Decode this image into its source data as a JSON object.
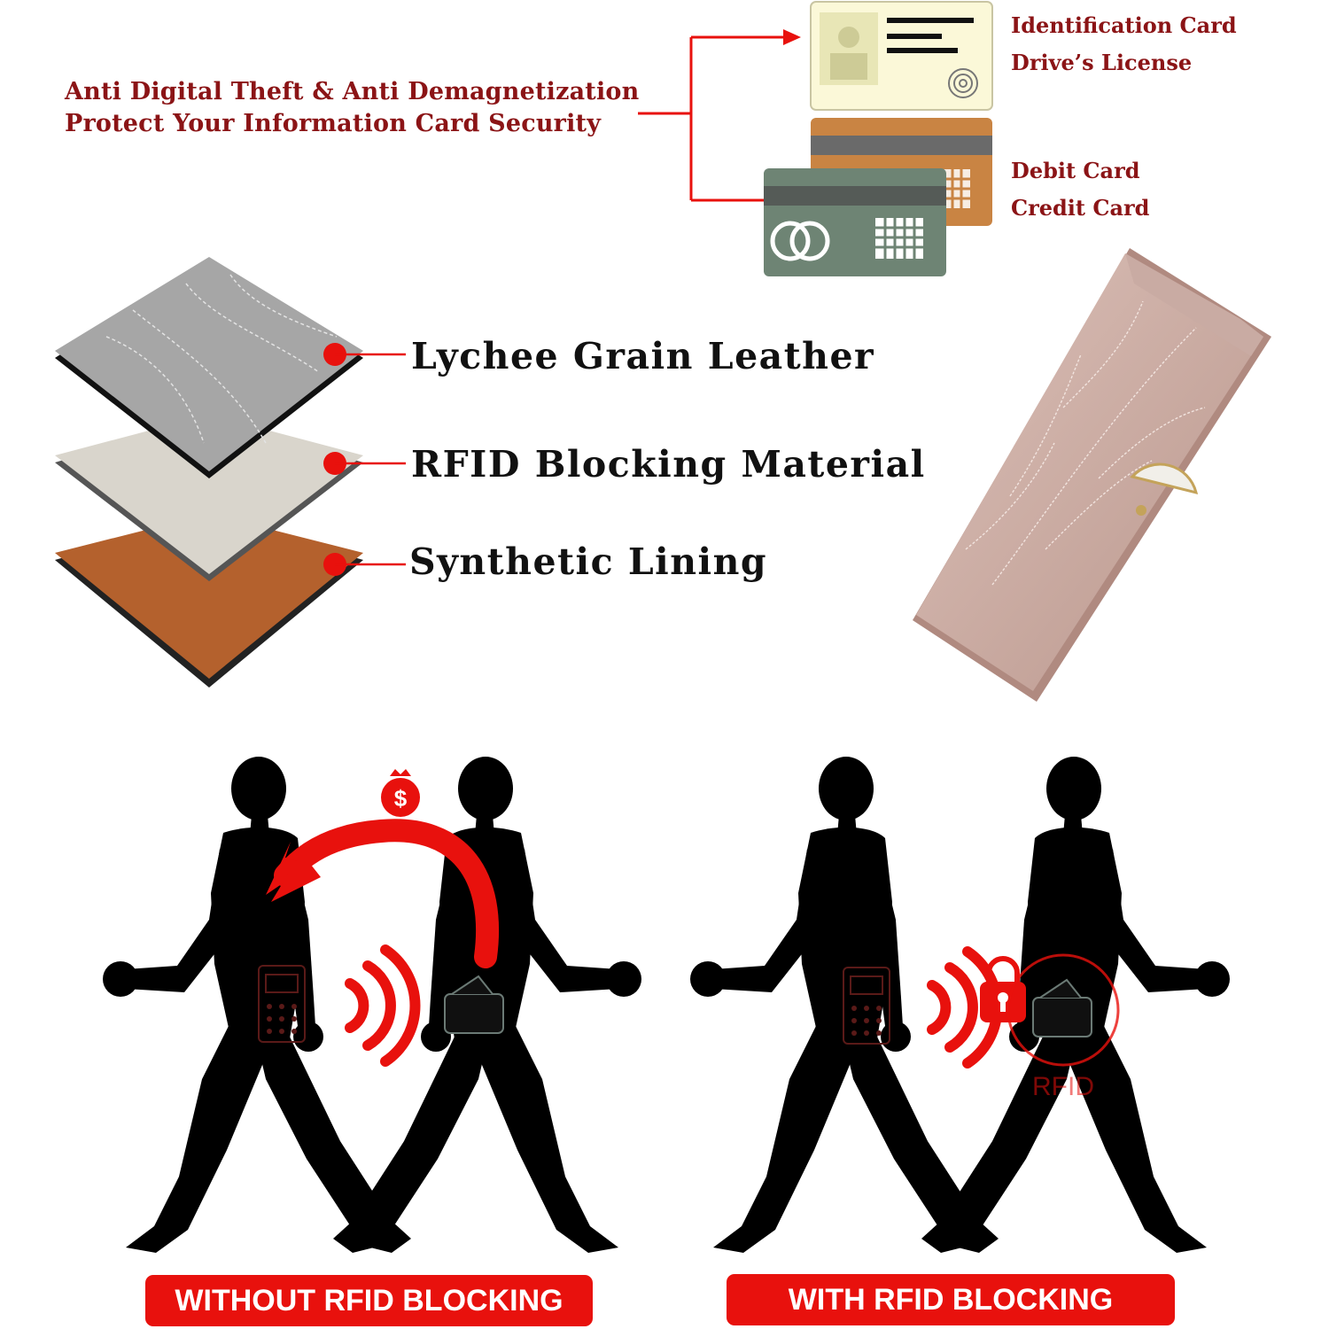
{
  "headline": {
    "line1": "Anti Digital Theft & Anti Demagnetization",
    "line2": "Protect Your Information Card Security"
  },
  "cards": {
    "id_card": "Identification Card",
    "license": "Drive’s License",
    "debit_card": "Debit Card",
    "credit_card": "Credit Card"
  },
  "layers": [
    {
      "label": "Lychee Grain Leather",
      "color": "#a6a6a6"
    },
    {
      "label": "RFID Blocking Material",
      "color": "#d9d5cc"
    },
    {
      "label": "Synthetic Lining",
      "color": "#b4612d"
    }
  ],
  "scenes": {
    "without": {
      "banner": "WITHOUT RFID BLOCKING"
    },
    "with": {
      "banner": "WITH RFID BLOCKING",
      "badge": "RFID"
    }
  },
  "colors": {
    "accent_red": "#e8110d",
    "text_red": "#8b1416",
    "wallet_pink": "#c9aba3",
    "debit_card": "#c98443",
    "credit_card": "#6e8474",
    "id_card": "#fbf8d8"
  },
  "icons": [
    "money-bag-icon",
    "signal-waves-icon",
    "lock-icon",
    "wallet-icon",
    "card-reader-icon"
  ]
}
